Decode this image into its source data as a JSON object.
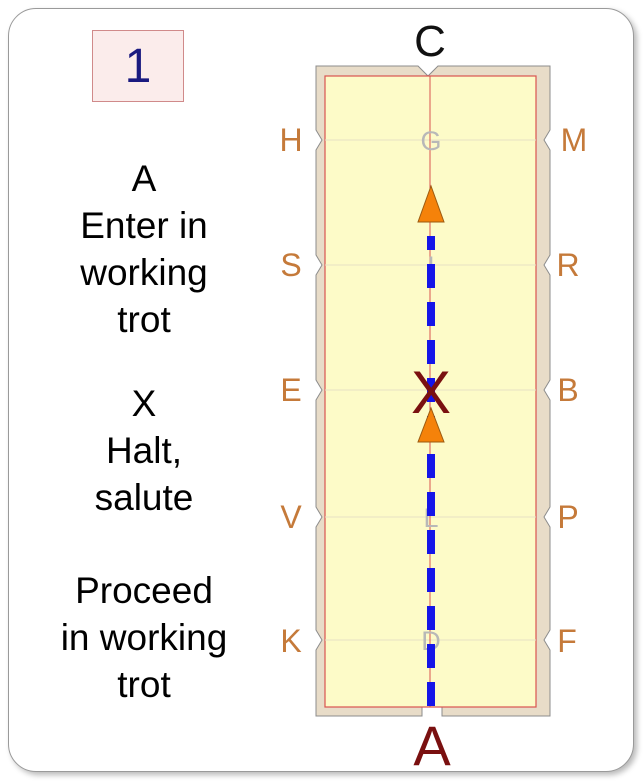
{
  "test_number": "1",
  "instructions": [
    {
      "lines": [
        "A",
        "Enter in",
        "working",
        "trot"
      ]
    },
    {
      "lines": [
        "X",
        "Halt,",
        "salute"
      ]
    },
    {
      "lines": [
        "Proceed",
        "in working",
        "trot"
      ]
    }
  ],
  "arena": {
    "end_letters": {
      "top": "C",
      "bottom": "A"
    },
    "left_letters": [
      "H",
      "S",
      "E",
      "V",
      "K"
    ],
    "right_letters": [
      "M",
      "R",
      "B",
      "P",
      "F"
    ],
    "center_letters": [
      "G",
      "I",
      "X",
      "L",
      "D"
    ]
  },
  "colors": {
    "arena_fill": "#fdfbc8",
    "arena_border": "#e8dcc8",
    "inner_line": "#d9534f",
    "letter": "#c57a3a",
    "center_letter": "#b8b8b8",
    "x_letter": "#7a1010",
    "path": "#1515e8",
    "arrow": "#f5820a"
  }
}
